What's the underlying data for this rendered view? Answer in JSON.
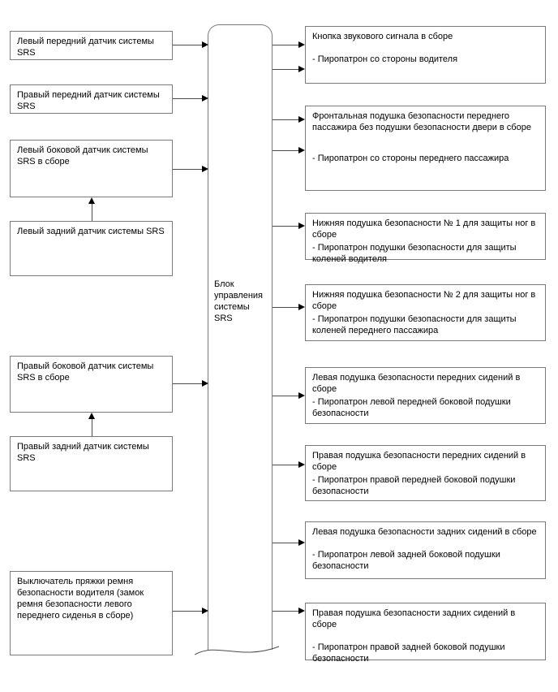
{
  "diagram": {
    "title_hint": "SRS system wiring block diagram",
    "colors": {
      "background": "#ffffff",
      "box_border": "#7a7a7a",
      "connector_line": "#4b4b4d",
      "arrowhead": "#000000",
      "text": "#000000"
    },
    "control_unit": {
      "label": "Блок управления системы SRS"
    },
    "left_boxes": [
      {
        "label": "Левый передний датчик системы SRS"
      },
      {
        "label": "Правый передний датчик системы SRS"
      },
      {
        "label": "Левый боковой датчик системы SRS в сборе"
      },
      {
        "label": "Левый задний датчик системы SRS"
      },
      {
        "label": "Правый боковой датчик системы SRS в сборе"
      },
      {
        "label": "Правый задний датчик системы SRS"
      },
      {
        "label": "Выключатель пряжки ремня безопасности водителя (замок ремня безопасности левого переднего сиденья в сборе)"
      }
    ],
    "right_boxes": [
      {
        "title": "Кнопка звукового сигнала в сборе",
        "pyro": "- Пиропатрон со стороны водителя"
      },
      {
        "title": "Фронтальная подушка безопасности переднего пассажира без подушки безопасности двери в сборе",
        "pyro": "- Пиропатрон со стороны переднего пассажира"
      },
      {
        "title": "Нижняя подушка безопасности № 1 для защиты ног в сборе",
        "pyro": "- Пиропатрон подушки безопасности для защиты коленей водителя"
      },
      {
        "title": "Нижняя подушка безопасности № 2 для защиты ног в сборе",
        "pyro": "- Пиропатрон подушки безопасности для защиты коленей переднего пассажира"
      },
      {
        "title": "Левая подушка безопасности передних сидений в сборе",
        "pyro": "- Пиропатрон левой передней боковой подушки безопасности"
      },
      {
        "title": "Правая подушка безопасности передних сидений в сборе",
        "pyro": "- Пиропатрон правой передней боковой подушки безопасности"
      },
      {
        "title": "Левая подушка безопасности задних сидений в сборе",
        "pyro": "- Пиропатрон левой задней боковой подушки безопасности"
      },
      {
        "title": "Правая подушка безопасности задних сидений в сборе",
        "pyro": "- Пиропатрон правой задней боковой подушки безопасности"
      }
    ]
  }
}
